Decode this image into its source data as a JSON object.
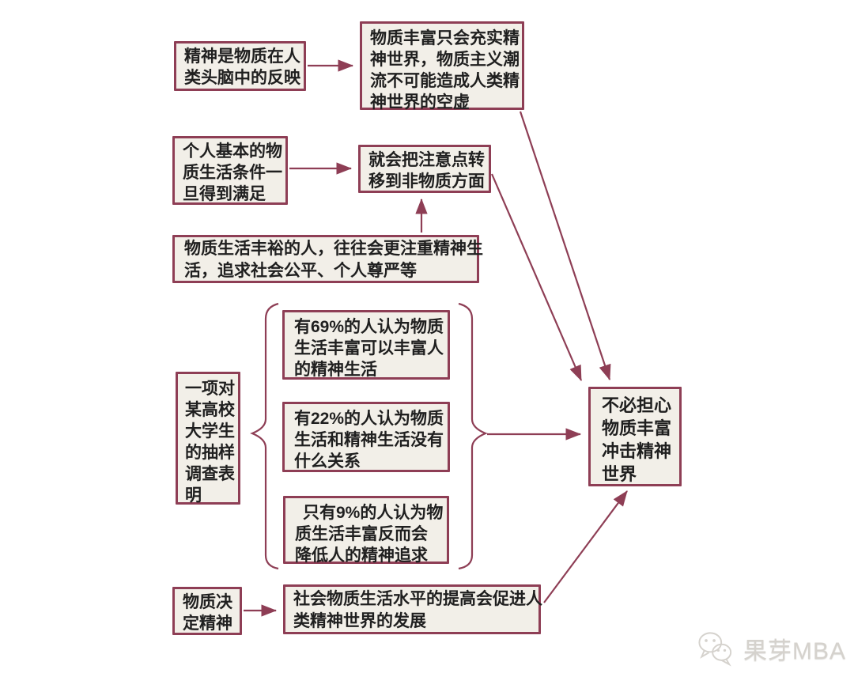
{
  "palette": {
    "box_border": "#8e3e55",
    "box_fill": "#f2efe8",
    "arrow": "#8e3e55",
    "text": "#1f1f1f",
    "watermark": "#d5d2cd",
    "background": "#ffffff"
  },
  "diagram": {
    "boxes": {
      "spirit_reflection": {
        "lines": [
          "精神是物质在人",
          "类头脑中的反映"
        ]
      },
      "rich_fills_spirit": {
        "lines": [
          "物质丰富只会充实精",
          "神世界，物质主义潮",
          "流不可能造成人类精",
          "神世界的空虚"
        ]
      },
      "basic_needs": {
        "lines": [
          "个人基本的物",
          "质生活条件一",
          "旦得到满足"
        ]
      },
      "attention_shift": {
        "lines": [
          "就会把注意点转",
          "移到非物质方面"
        ]
      },
      "wealthy_value": {
        "lines": [
          "物质生活丰裕的人，往往会更注重精神生",
          "活，追求社会公平、个人尊严等"
        ]
      },
      "survey_intro": {
        "lines": [
          "一项对",
          "某高校",
          "大学生",
          "的抽样",
          "调查表",
          "明"
        ]
      },
      "survey_69": {
        "lines": [
          "有69%的人认为物质",
          "生活丰富可以丰富人",
          "的精神生活"
        ]
      },
      "survey_22": {
        "lines": [
          "有22%的人认为物质",
          "生活和精神生活没有",
          "什么关系"
        ]
      },
      "survey_9": {
        "lines": [
          "只有9%的人认为物",
          "质生活丰富反而会",
          "降低人的精神追求"
        ]
      },
      "conclusion": {
        "lines": [
          "不必担心",
          "物质丰富",
          "冲击精神",
          "世界"
        ]
      },
      "matter_determines": {
        "lines": [
          "物质决",
          "定精神"
        ]
      },
      "social_progress": {
        "lines": [
          "社会物质生活水平的提高会促进人",
          "类精神世界的发展"
        ]
      }
    },
    "connections": [
      {
        "from": "spirit_reflection",
        "to": "rich_fills_spirit"
      },
      {
        "from": "rich_fills_spirit",
        "to": "conclusion"
      },
      {
        "from": "basic_needs",
        "to": "attention_shift"
      },
      {
        "from": "attention_shift",
        "to": "conclusion"
      },
      {
        "from": "wealthy_value",
        "to": "attention_shift"
      },
      {
        "from": "survey_intro",
        "to": "survey-group (left brace)"
      },
      {
        "from": "survey-group (right brace)",
        "to": "conclusion"
      },
      {
        "from": "matter_determines",
        "to": "social_progress"
      },
      {
        "from": "social_progress",
        "to": "conclusion"
      }
    ]
  },
  "watermark": {
    "brand": "果芽MBA",
    "icon": "wechat-icon"
  }
}
